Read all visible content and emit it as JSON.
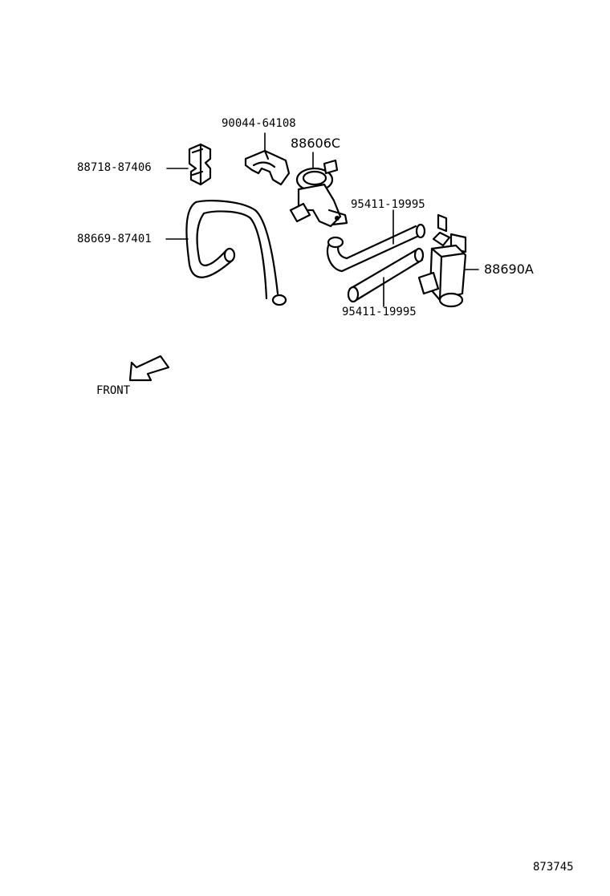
{
  "diagram": {
    "parts": [
      {
        "id": "clamp_top",
        "number": "90044-64108"
      },
      {
        "id": "vsv_valve",
        "number": "88606C"
      },
      {
        "id": "clip",
        "number": "88718-87406"
      },
      {
        "id": "hose_large",
        "number": "88669-87401"
      },
      {
        "id": "hose_upper",
        "number": "95411-19995"
      },
      {
        "id": "hose_lower",
        "number": "95411-19995"
      },
      {
        "id": "control_valve",
        "number": "88690A"
      }
    ],
    "direction_label": "FRONT",
    "drawing_number": "873745"
  }
}
